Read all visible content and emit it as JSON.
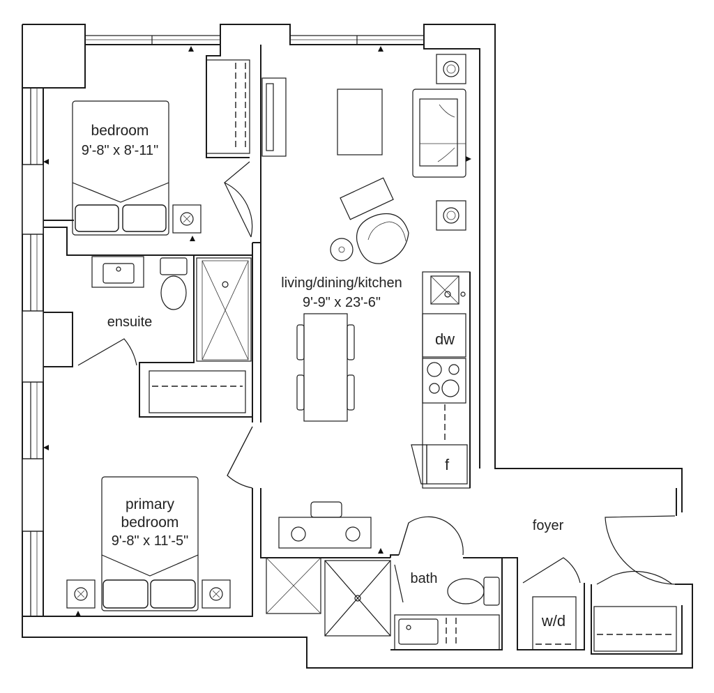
{
  "rooms": {
    "bedroom": {
      "name": "bedroom",
      "size": "9'-8\" x 8'-11\""
    },
    "primary_bedroom": {
      "name_line1": "primary",
      "name_line2": "bedroom",
      "size": "9'-8\" x 11'-5\""
    },
    "living": {
      "name": "living/dining/kitchen",
      "size": "9'-9\" x 23'-6\""
    },
    "ensuite": {
      "name": "ensuite"
    },
    "bath": {
      "name": "bath"
    },
    "foyer": {
      "name": "foyer"
    }
  },
  "appliances": {
    "dishwasher": "dw",
    "fridge": "f",
    "washer_dryer": "w/d"
  }
}
